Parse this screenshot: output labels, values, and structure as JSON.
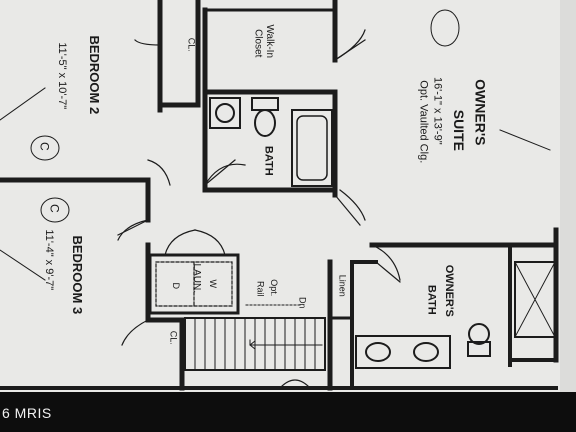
{
  "rooms": {
    "bedroom2": {
      "name": "BEDROOM 2",
      "dims": "11'-5\" x 10'-7\""
    },
    "bedroom3": {
      "name": "BEDROOM 3",
      "dims": "11'-4\" x 9'-7\""
    },
    "walkin": {
      "line1": "Walk-In",
      "line2": "Closet"
    },
    "bath": {
      "name": "BATH"
    },
    "owners_suite": {
      "name1": "OWNER'S",
      "name2": "SUITE",
      "dims": "16'-1\" x 13'-9\"",
      "note": "Opt. Vaulted Clg."
    },
    "owners_bath": {
      "name1": "OWNER'S",
      "name2": "BATH"
    },
    "laundry": {
      "line1": "W",
      "line2": "LAUN.",
      "line3": "D"
    },
    "linen": {
      "name": "Linen"
    },
    "closet": {
      "name": "CL."
    }
  },
  "annotations": {
    "opt_rail_1": "Opt.",
    "opt_rail_2": "Rail",
    "down": "Dn",
    "mark_c": "C"
  },
  "watermark": "6 MRIS"
}
